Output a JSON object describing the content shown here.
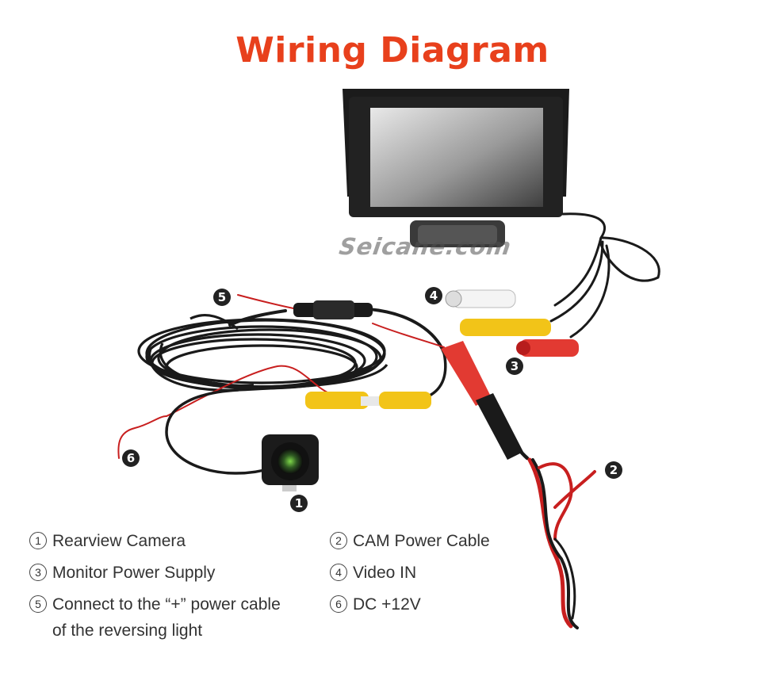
{
  "title": "Wiring Diagram",
  "watermark": "Seicane.com",
  "callouts": [
    {
      "id": "1",
      "label": "1"
    },
    {
      "id": "2",
      "label": "2"
    },
    {
      "id": "3",
      "label": "3"
    },
    {
      "id": "4",
      "label": "4"
    },
    {
      "id": "5",
      "label": "5"
    },
    {
      "id": "6",
      "label": "6"
    }
  ],
  "legend": [
    {
      "num": "1",
      "text": "Rearview Camera"
    },
    {
      "num": "2",
      "text": "CAM Power Cable"
    },
    {
      "num": "3",
      "text": "Monitor Power Supply"
    },
    {
      "num": "4",
      "text": "Video IN"
    },
    {
      "num": "5",
      "text": "Connect  to the “+” power cable\nof the reversing light"
    },
    {
      "num": "6",
      "text": "DC +12V"
    }
  ],
  "colors": {
    "title": "#e8401c",
    "cable_black": "#1a1a1a",
    "cable_red": "#c81f1f",
    "rca_yellow": "#f2c418",
    "connector_red": "#e23a32"
  }
}
